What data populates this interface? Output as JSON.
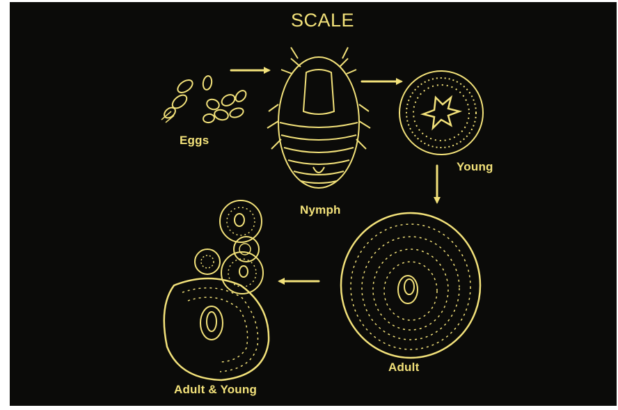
{
  "title": "SCALE",
  "stages": [
    {
      "id": "eggs",
      "label": "Eggs"
    },
    {
      "id": "nymph",
      "label": "Nymph"
    },
    {
      "id": "young",
      "label": "Young"
    },
    {
      "id": "adult",
      "label": "Adult"
    },
    {
      "id": "adult-young",
      "label": "Adult & Young"
    }
  ],
  "colors": {
    "background": "#0b0b09",
    "ink": "#f3e27a"
  }
}
